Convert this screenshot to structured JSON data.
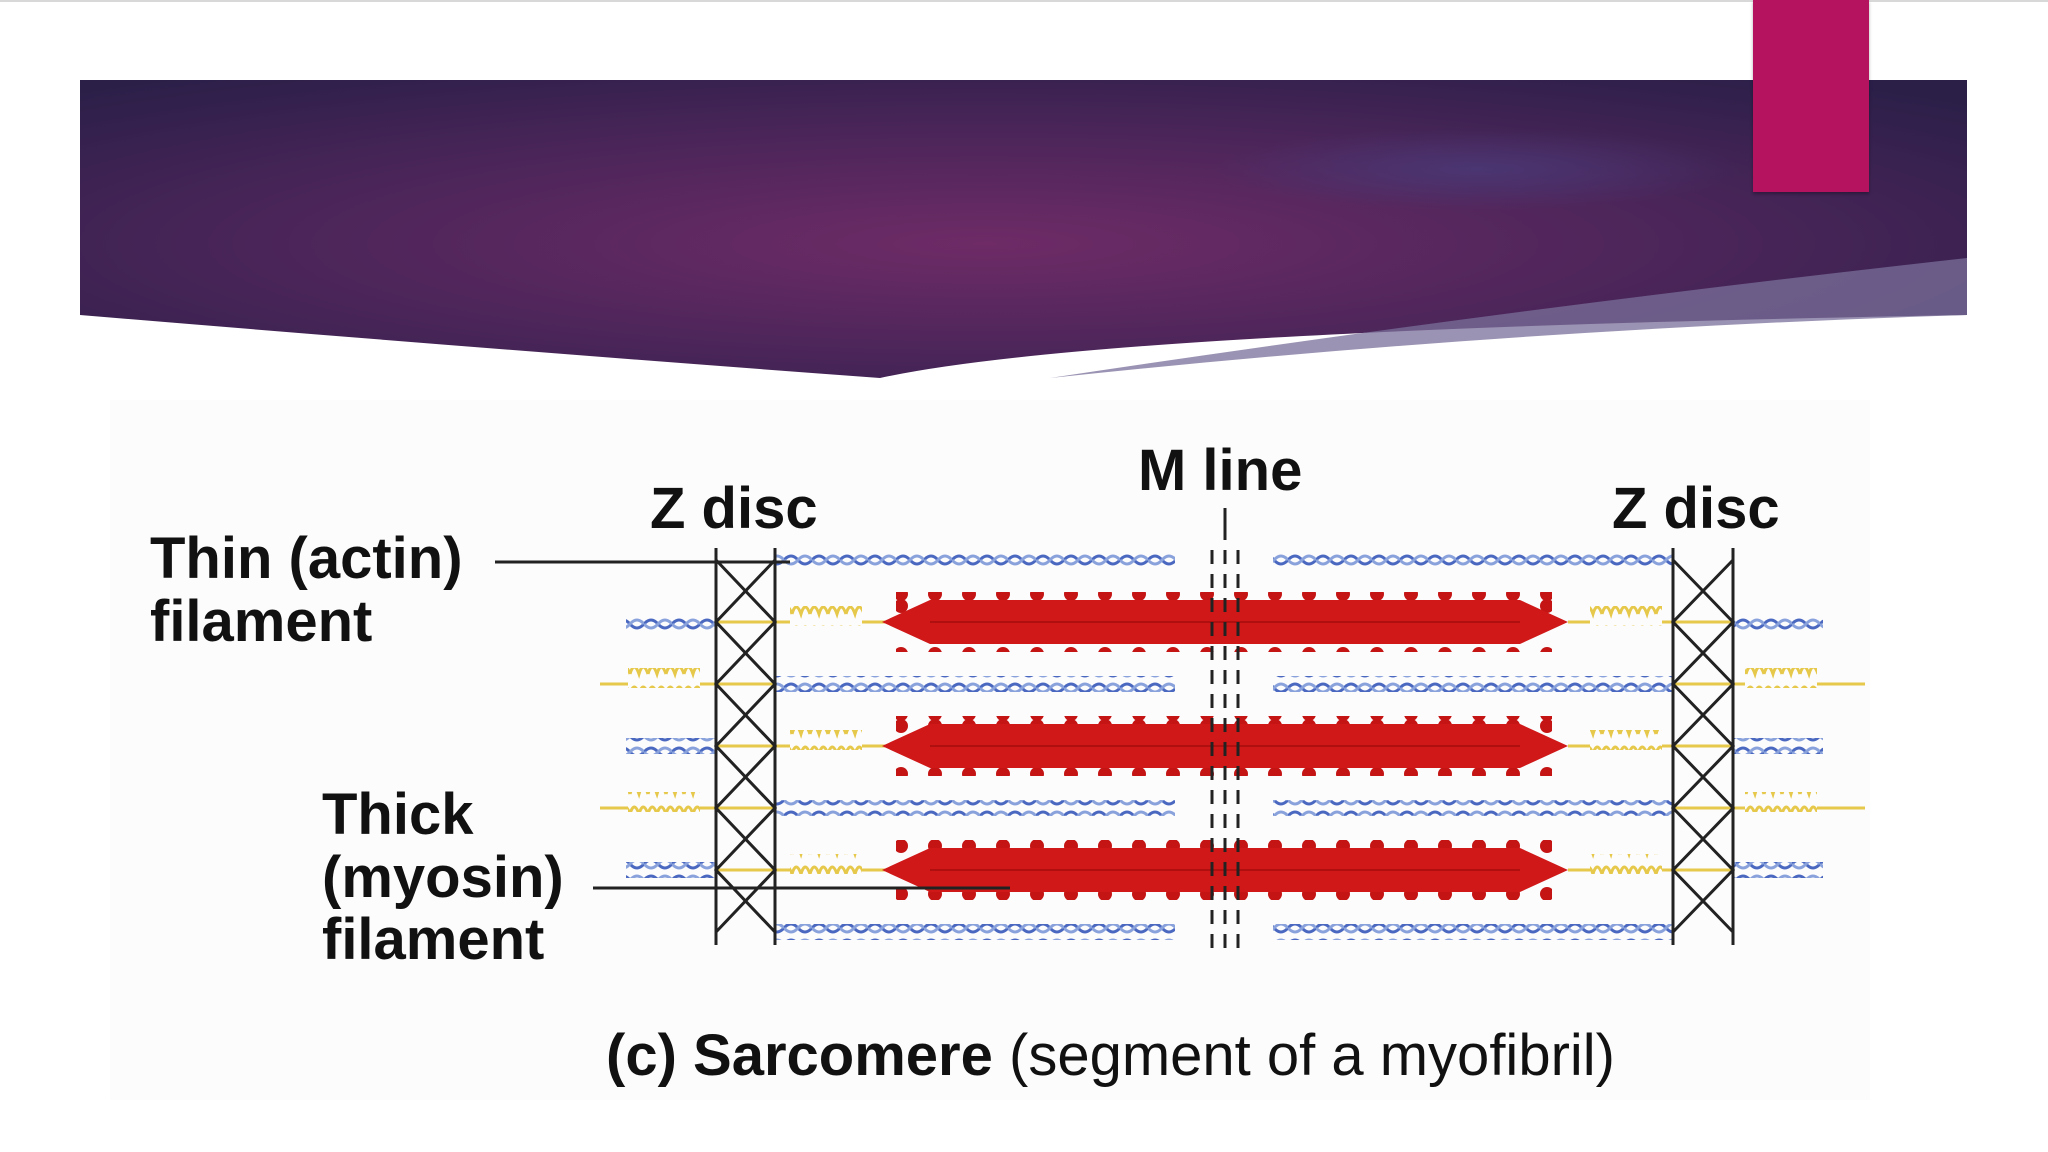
{
  "slide": {
    "banner_color_start": "#3b2358",
    "banner_color_mid": "#6a2b63",
    "banner_color_end": "#2a2048",
    "accent_color": "#b5135f"
  },
  "diagram": {
    "labels": {
      "m_line": "M line",
      "z_disc_left": "Z disc",
      "z_disc_right": "Z disc",
      "thin_filament_line1": "Thin (actin)",
      "thin_filament_line2": "filament",
      "thick_filament_line1": "Thick",
      "thick_filament_line2": "(myosin)",
      "thick_filament_line3": "filament"
    },
    "caption": {
      "part_letter": "(c)",
      "title": "Sarcomere",
      "subtitle": "(segment of a myofibril)"
    },
    "colors": {
      "thick_filament": "#d01818",
      "thin_filament": "#4a68c0",
      "titin": "#e6c84a",
      "lines": "#222222"
    }
  }
}
